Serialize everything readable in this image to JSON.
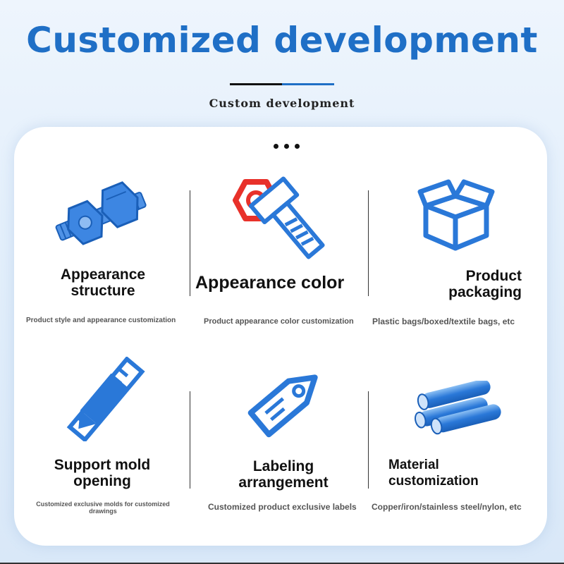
{
  "header": {
    "title": "Customized development",
    "subtitle": "Custom development"
  },
  "colors": {
    "accent": "#1f6fc6",
    "icon_blue": "#2a78d8",
    "icon_red": "#e8312a"
  },
  "features": [
    {
      "label_lines": [
        "Appearance",
        "structure"
      ],
      "description": "Product style and appearance customization",
      "icon": "bolt-nut-icon"
    },
    {
      "label_lines": [
        "Appearance color"
      ],
      "description": "Product appearance color customization",
      "icon": "hex-nut-bolt-icon"
    },
    {
      "label_lines": [
        "Product",
        "packaging"
      ],
      "description": "Plastic bags/boxed/textile bags, etc",
      "icon": "open-box-icon"
    },
    {
      "label_lines": [
        "Support mold",
        "opening"
      ],
      "description": "Customized exclusive molds for customized drawings",
      "icon": "pencil-ruler-icon"
    },
    {
      "label_lines": [
        "Labeling",
        "arrangement"
      ],
      "description": "Customized product exclusive labels",
      "icon": "price-tag-icon"
    },
    {
      "label_lines": [
        "Material",
        "customization"
      ],
      "description": "Copper/iron/stainless steel/nylon, etc",
      "icon": "metal-rods-icon"
    }
  ]
}
